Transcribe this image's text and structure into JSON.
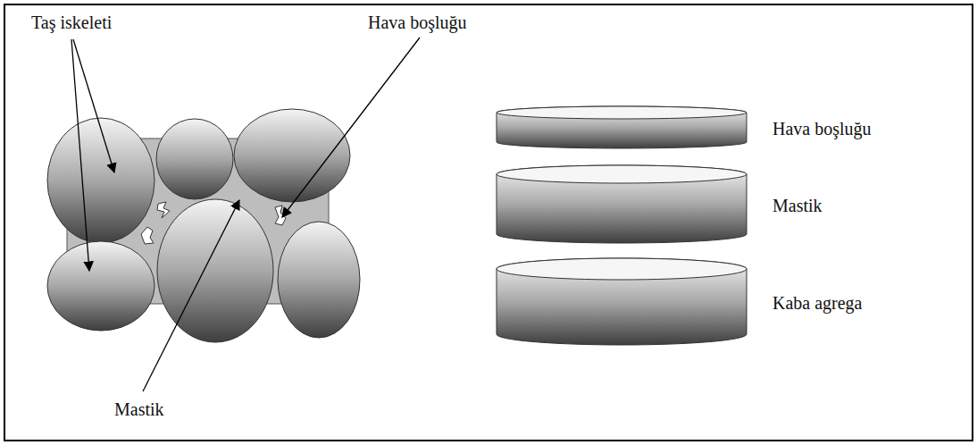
{
  "diagram": {
    "nodes": [
      {
        "text": [
          "Hava boşluğu"
        ]
      },
      {
        "text": [
          "Mastik"
        ]
      },
      {
        "text": [
          "Kaba agrega"
        ]
      }
    ],
    "labels": [
      "Taş iskeleti",
      "Hava boşluğu",
      "Mastik"
    ]
  }
}
